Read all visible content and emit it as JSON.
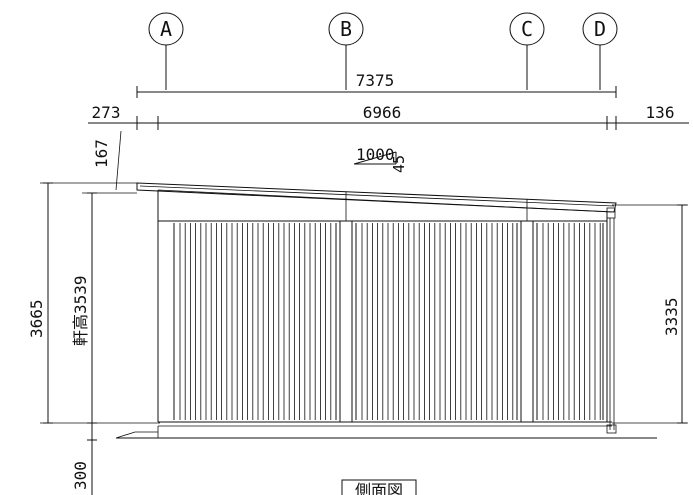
{
  "grid_axes": [
    "A",
    "B",
    "C",
    "D"
  ],
  "dims": {
    "overall_width": "7375",
    "span_width": "6966",
    "left_overhang": "273",
    "right_overhang": "136",
    "roof_rise": "167",
    "slope_run": "1000",
    "slope_rise": "45",
    "total_height": "3665",
    "eave_height": "3539",
    "eave_label": "軒高",
    "right_height": "3335",
    "foundation": "300"
  },
  "title": "側面図"
}
